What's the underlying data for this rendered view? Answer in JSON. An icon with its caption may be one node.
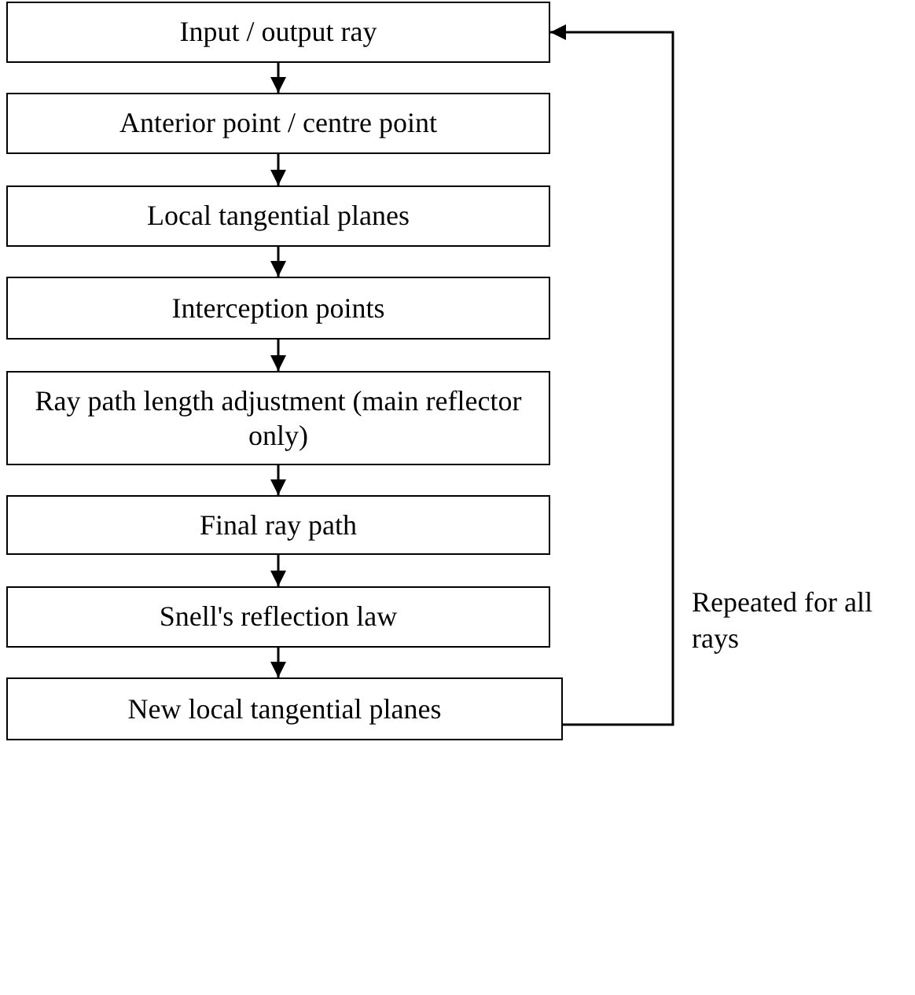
{
  "diagram": {
    "nodes": [
      {
        "text": [
          "Input / output ray"
        ]
      },
      {
        "text": [
          "Anterior point / centre point"
        ]
      },
      {
        "text": [
          "Local tangential planes"
        ]
      },
      {
        "text": [
          "Interception points"
        ]
      },
      {
        "text": [
          "Ray path length adjustment (main reflector only)"
        ]
      },
      {
        "text": [
          "Final ray path"
        ]
      },
      {
        "text": [
          "Snell's reflection law"
        ]
      },
      {
        "text": [
          "New local tangential planes"
        ]
      }
    ],
    "edges": [
      {
        "from": 0,
        "to": 1,
        "arrow": "to"
      },
      {
        "from": 1,
        "to": 2,
        "arrow": "to"
      },
      {
        "from": 2,
        "to": 3,
        "arrow": "to"
      },
      {
        "from": 3,
        "to": 4,
        "arrow": "to"
      },
      {
        "from": 4,
        "to": 5,
        "arrow": "to"
      },
      {
        "from": 5,
        "to": 6,
        "arrow": "to"
      },
      {
        "from": 6,
        "to": 7,
        "arrow": "to"
      },
      {
        "from": 7,
        "to": 0,
        "arrow": "to",
        "label": "Repeated for all rays"
      }
    ]
  }
}
